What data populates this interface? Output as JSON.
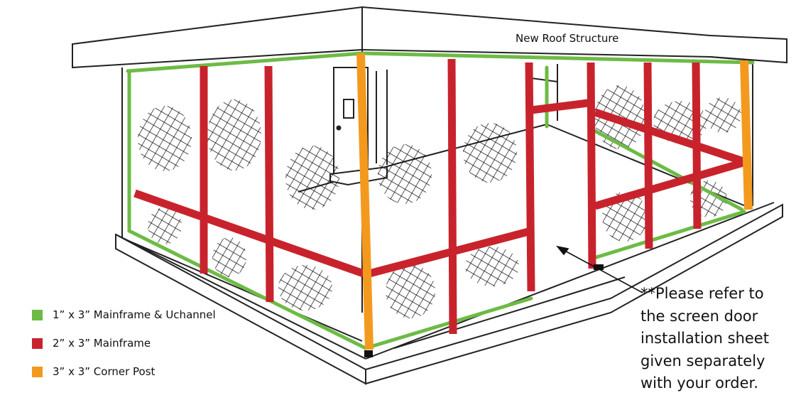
{
  "roof_label": "New Roof Structure",
  "legend": [
    {
      "label": "1” x 3” Mainframe & Uchannel",
      "color": "#6dbb45"
    },
    {
      "label": "2” x 3” Mainframe",
      "color": "#c8232c"
    },
    {
      "label": "3” x 3” Corner Post",
      "color": "#f39a1e"
    }
  ],
  "note_lines": [
    "**Please refer to",
    "the screen door",
    "installation sheet",
    "given separately",
    "with your order."
  ],
  "colors": {
    "uchannel": "#6dbb45",
    "mainframe": "#c8232c",
    "corner_post": "#f39a1e",
    "outline": "#222222"
  }
}
